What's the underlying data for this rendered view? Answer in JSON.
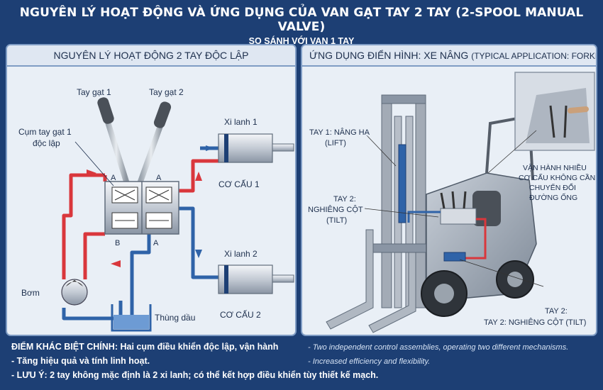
{
  "header": {
    "title": "NGUYÊN LÝ HOẠT ĐỘNG VÀ ỨNG DỤNG CỦA VAN GẠT TAY 2 TAY (2-SPOOL MANUAL VALVE)",
    "subtitle": "SO SÁNH VỚI VAN 1 TAY"
  },
  "left_panel": {
    "title": "NGUYÊN LÝ HOẠT ĐỘNG 2 TAY ĐỘC LẬP",
    "lever1": "Tay gạt 1",
    "lever2": "Tay gạt 2",
    "assembly_line1": "Cụm tay gạt 1",
    "assembly_line2": "độc lập",
    "port_a1": "A",
    "port_a2": "A",
    "port_b": "B",
    "port_a3": "A",
    "cyl1": "Xi lanh 1",
    "mech1": "CƠ CẤU 1",
    "cyl2": "Xi lanh 2",
    "mech2": "CƠ CẤU 2",
    "pump": "Bơm",
    "tank": "Thùng dầu"
  },
  "right_panel": {
    "title_main": "ỨNG DỤNG ĐIỂN HÌNH: XE NÂNG",
    "title_paren": "(TYPICAL APPLICATION: FORKLIFT)",
    "lift_line1": "TAY 1: NÂNG HẠ",
    "lift_line2": "(LIFT)",
    "tilt_line1": "TAY 2:",
    "tilt_line2": "NGHIÊNG CỘT",
    "tilt_line3": "(TILT)",
    "operate_line1": "VẬN HÀNH NHIỀU",
    "operate_line2": "CƠ CẤU KHÔNG CẦN",
    "operate_line3": "CHUYỂN ĐỔI",
    "operate_line4": "ĐƯỜNG ỐNG",
    "tilt2_line1": "TAY 2:",
    "tilt2_line2": "TAY 2: NGHIÊNG CỘT (TILT)"
  },
  "footer": {
    "line1": "ĐIỂM KHÁC BIỆT CHÍNH:  Hai cụm điều khiển độc lập, vận hành",
    "line1_en": "- Two independent control assemblies, operating two different mechanisms.",
    "line2": "- Tăng hiệu quả và tính linh hoạt.",
    "line2_en": "- Increased efficiency and flexibility.",
    "line3": "- LƯU Ý: 2 tay không mặc định là 2 xi lanh; có thể kết hợp điều khiển tùy thiết kế mạch."
  },
  "colors": {
    "pressure": "#d9373c",
    "return": "#2f63a8",
    "background": "#1d3f74",
    "panel": "#e9eff6"
  }
}
